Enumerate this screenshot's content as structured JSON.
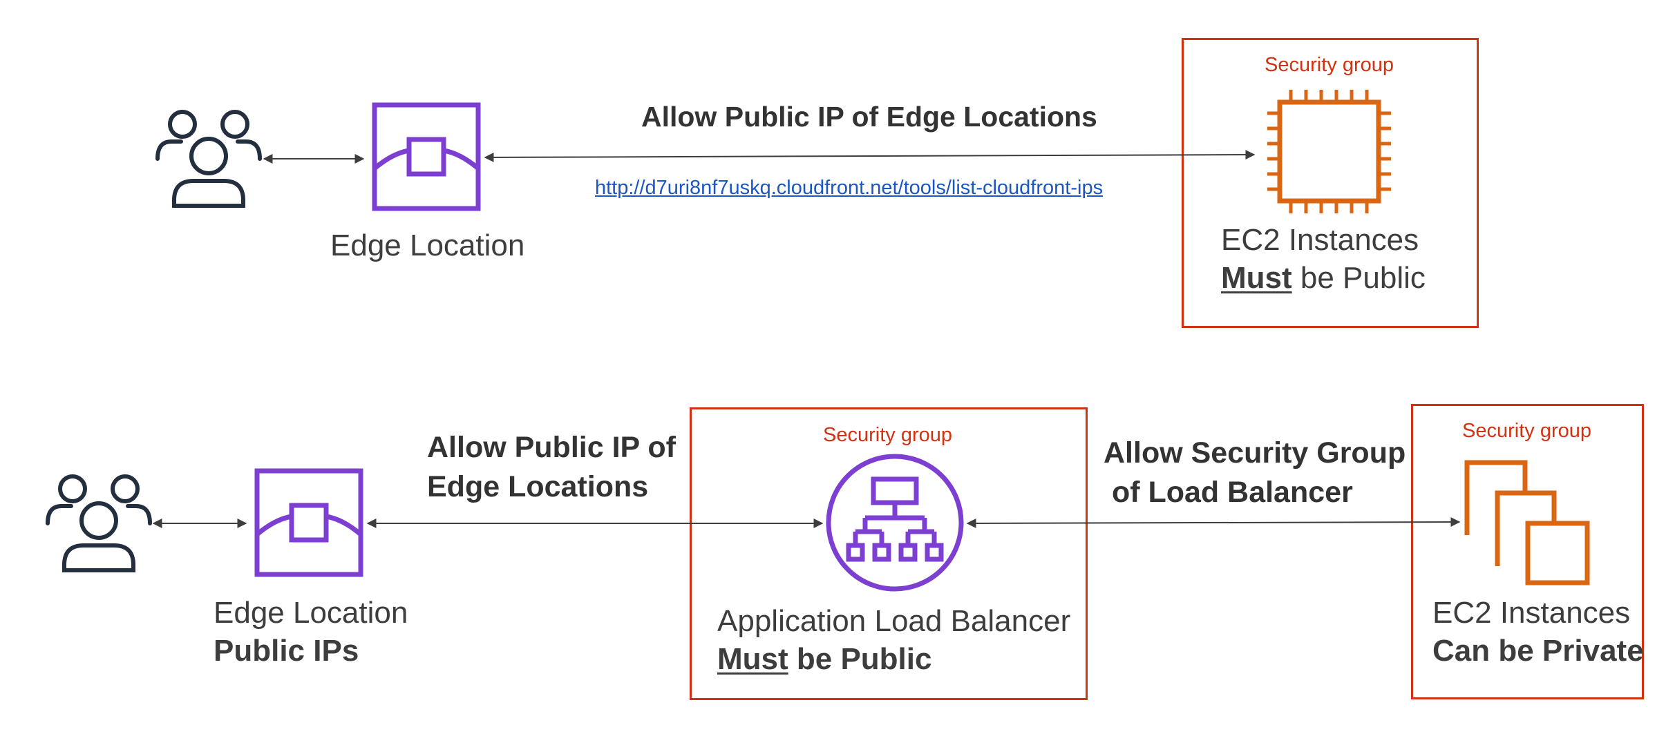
{
  "top": {
    "edge_label": "Edge Location",
    "arrow_label": "Allow Public IP of Edge Locations",
    "link": "http://d7uri8nf7uskq.cloudfront.net/tools/list-cloudfront-ips",
    "sg_label": "Security group",
    "ec2_line1": "EC2 Instances",
    "ec2_must": "Must",
    "ec2_rest": " be Public"
  },
  "bottom": {
    "edge_line1": "Edge Location",
    "edge_line2": "Public IPs",
    "arrow1_line1": "Allow Public IP of",
    "arrow1_line2": "Edge Locations",
    "alb_sg_label": "Security group",
    "alb_line1": "Application Load Balancer",
    "alb_must": "Must",
    "alb_rest": " be Public",
    "arrow2_line1": "Allow Security Group",
    "arrow2_line2": " of Load Balancer",
    "ec2_sg_label": "Security group",
    "ec2_line1": "EC2 Instances",
    "ec2_line2": "Can be Private"
  },
  "icons": [
    "users-icon",
    "edge-location-icon",
    "ec2-instance-icon",
    "application-load-balancer-icon",
    "ec2-instances-icon"
  ],
  "colors": {
    "security_group": "#d13212",
    "edge_purple": "#7d3fd1",
    "ec2_orange": "#d86613",
    "link": "#1a56c4",
    "users_dark": "#232f3e"
  }
}
